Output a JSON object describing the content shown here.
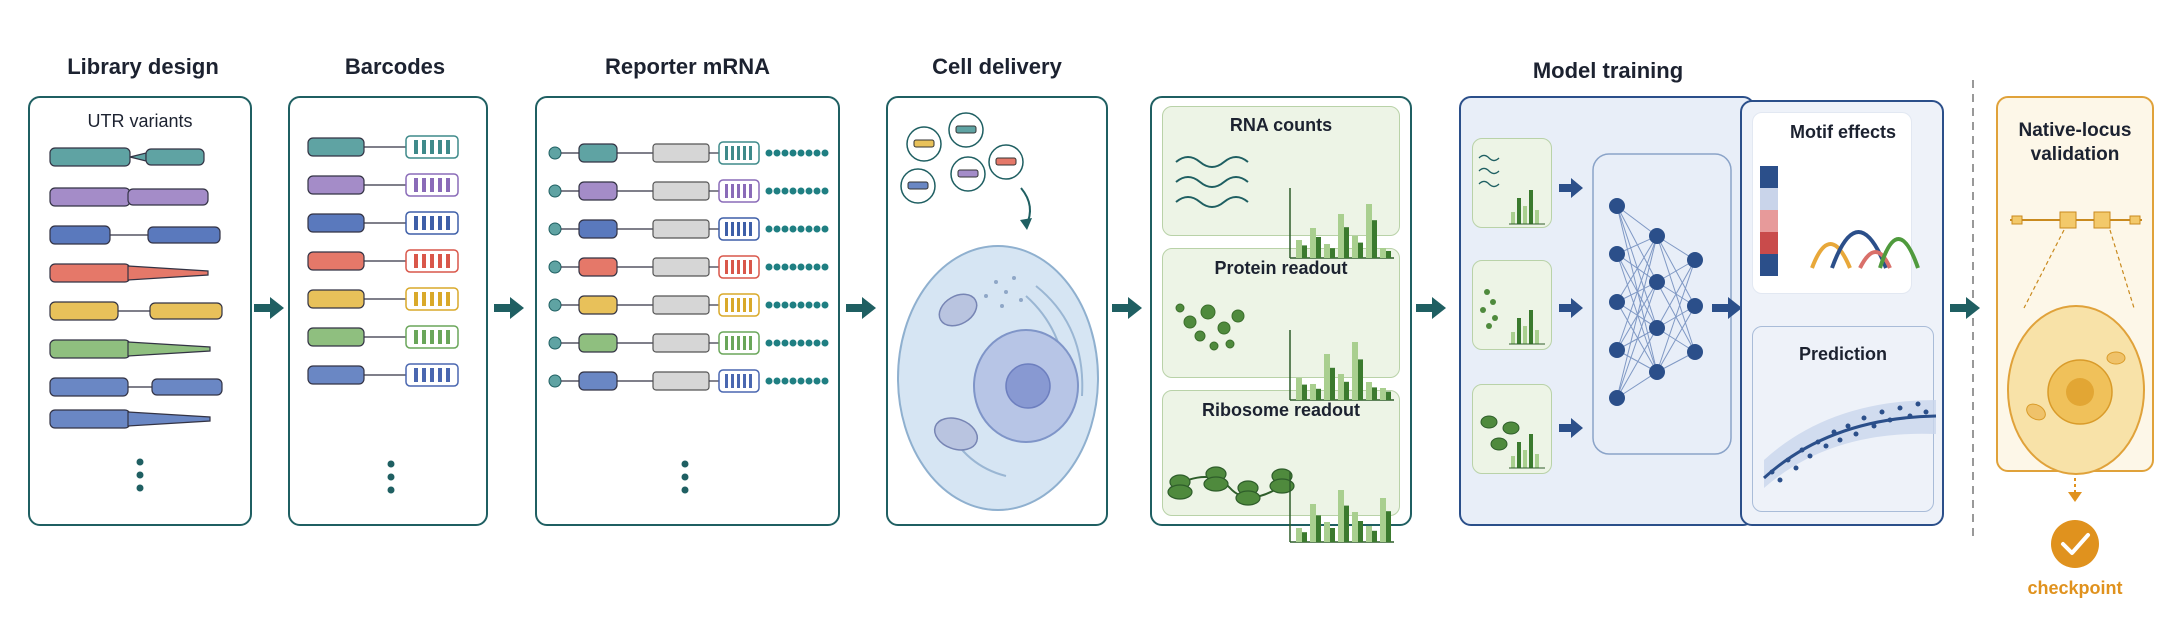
{
  "stages": {
    "library_design": {
      "title": "Library design",
      "label": "UTR variants"
    },
    "barcodes": {
      "title": "Barcodes"
    },
    "reporter_mrna": {
      "title": "Reporter mRNA"
    },
    "cell_delivery": {
      "title": "Cell delivery"
    },
    "readouts": {
      "rna_counts": "RNA counts",
      "protein_readout": "Protein readout",
      "ribosome_readout": "Ribosome readout"
    },
    "model_training": {
      "title": "Model training"
    },
    "outputs": {
      "motif_effects": "Motif effects",
      "prediction": "Prediction"
    },
    "validation": {
      "title_line1": "Native-locus",
      "title_line2": "validation",
      "checkpoint": "checkpoint"
    }
  },
  "colors": {
    "teal_dark": "#1f5f62",
    "navy": "#2b4f8a",
    "orange": "#e0921e",
    "variant_rows": [
      "#5fa3a3",
      "#a48cc8",
      "#5a79bd",
      "#e57869",
      "#e8c15a",
      "#8fbf7f",
      "#6a87c4",
      "#6a87c4"
    ]
  }
}
